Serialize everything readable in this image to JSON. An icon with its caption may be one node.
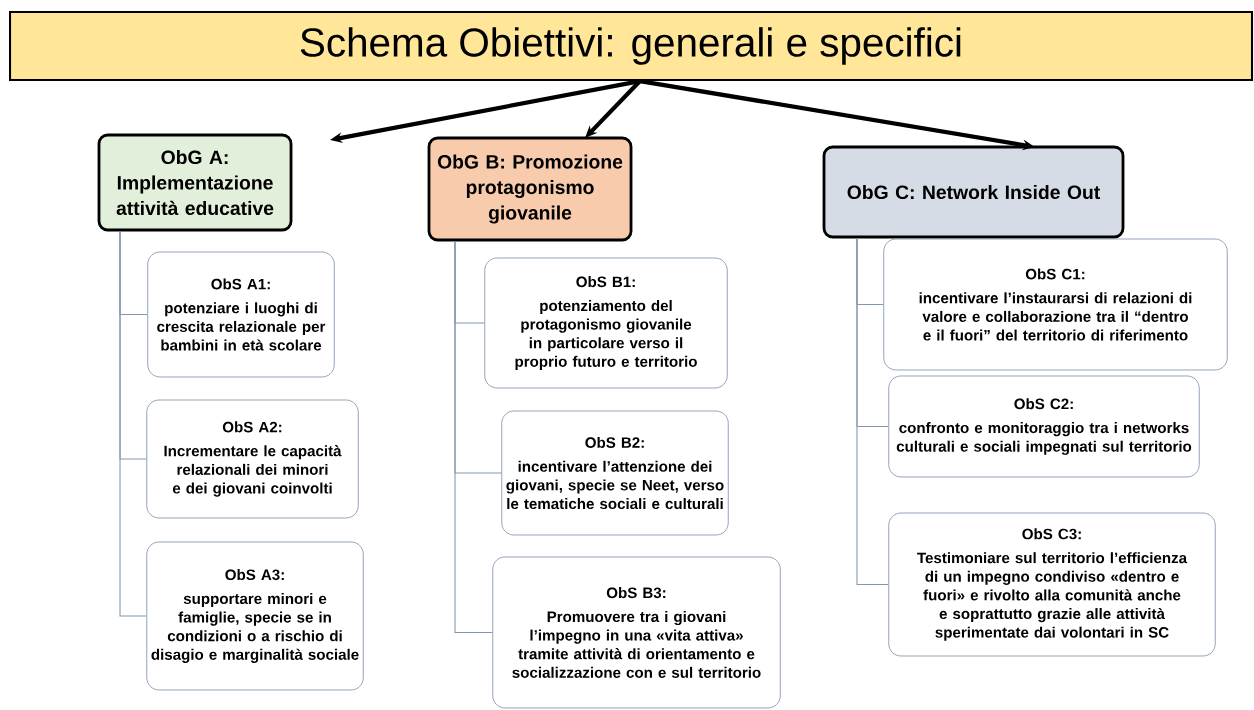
{
  "diagram": {
    "nodes": [
      {
        "text": [
          "Schema Obiettivi: generali e specifici"
        ]
      },
      {
        "text": [
          "ObG A: Implementazione attività educative"
        ]
      },
      {
        "text": [
          "ObG B: Promozione protagonismo giovanile"
        ]
      },
      {
        "text": [
          "ObG C: Network Inside Out"
        ]
      },
      {
        "text": [
          "ObS A1:",
          "potenziare i luoghi di crescita relazionale per bambini in età scolare"
        ]
      },
      {
        "text": [
          "ObS A2:",
          "Incrementare le capacità relazionali dei minori e dei giovani coinvolti"
        ]
      },
      {
        "text": [
          "ObS A3:",
          "supportare minori e famiglie, specie se in condizioni o a rischio di disagio e marginalità sociale"
        ]
      },
      {
        "text": [
          "ObS B1:",
          "potenziamento del protagonismo giovanile in particolare verso il proprio futuro e territorio"
        ]
      },
      {
        "text": [
          "ObS B2:",
          "incentivare l’attenzione dei giovani, specie se Neet, verso le tematiche sociali e culturali"
        ]
      },
      {
        "text": [
          "ObS B3:",
          "Promuovere tra i giovani l’impegno in una «vita attiva» tramite attività di orientamento e socializzazione con e sul territorio"
        ]
      },
      {
        "text": [
          "ObS C1:",
          "incentivare l’instaurarsi di relazioni di valore e collaborazione tra il “dentro e il fuori” del territorio di riferimento"
        ]
      },
      {
        "text": [
          "ObS C2:",
          "confronto e monitoraggio tra i networks culturali e sociali impegnati sul territorio"
        ]
      },
      {
        "text": [
          "ObS C3:",
          "Testimoniare sul territorio l’efficienza di un impegno condiviso «dentro e fuori» e rivolto alla comunità anche e soprattutto grazie alle attività sperimentate dai volontari in SC"
        ]
      }
    ],
    "edges": [
      {
        "from": 0,
        "to": 1,
        "arrow": "to",
        "style": "thick",
        "color": "#000000"
      },
      {
        "from": 0,
        "to": 2,
        "arrow": "to",
        "style": "thick",
        "color": "#000000"
      },
      {
        "from": 0,
        "to": 3,
        "arrow": "to",
        "style": "thick",
        "color": "#000000"
      },
      {
        "from": 1,
        "to": 4,
        "arrow": "none"
      },
      {
        "from": 1,
        "to": 5,
        "arrow": "none"
      },
      {
        "from": 1,
        "to": 6,
        "arrow": "none"
      },
      {
        "from": 2,
        "to": 7,
        "arrow": "none"
      },
      {
        "from": 2,
        "to": 8,
        "arrow": "none"
      },
      {
        "from": 2,
        "to": 9,
        "arrow": "none"
      },
      {
        "from": 3,
        "to": 10,
        "arrow": "none"
      },
      {
        "from": 3,
        "to": 11,
        "arrow": "none"
      },
      {
        "from": 3,
        "to": 12,
        "arrow": "none"
      }
    ]
  }
}
